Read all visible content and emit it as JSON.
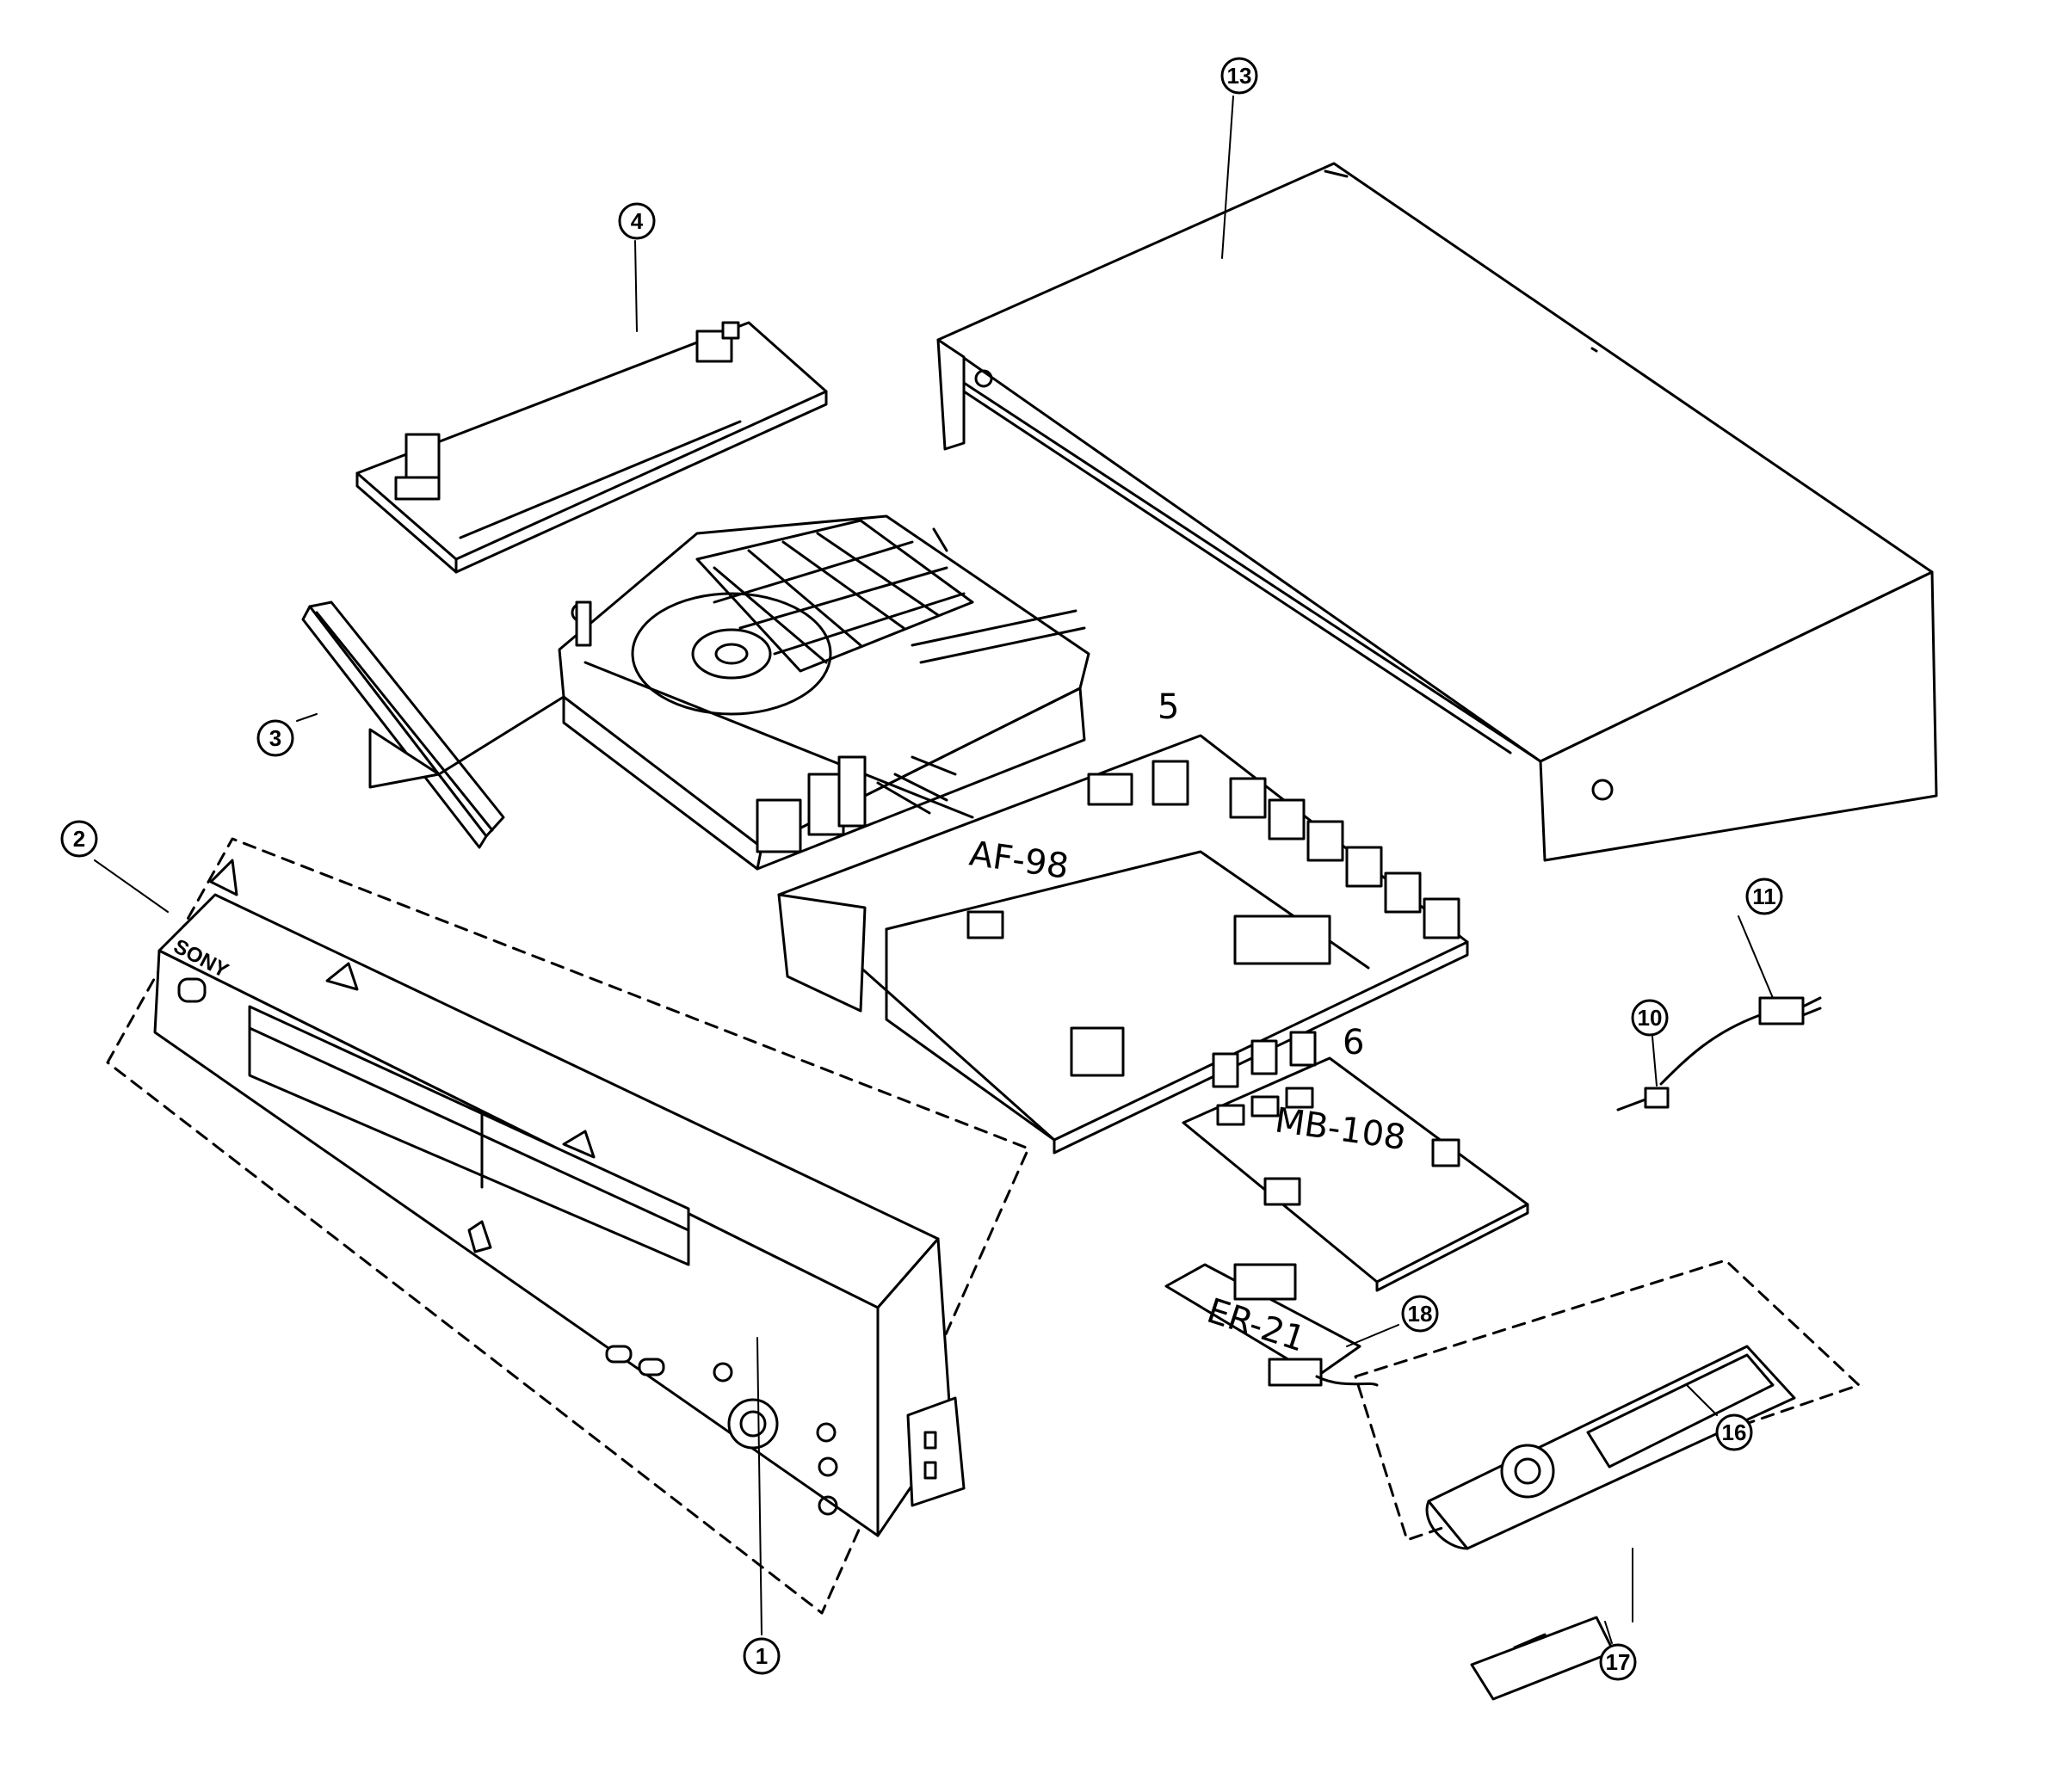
{
  "callouts": {
    "c1": "1",
    "c2": "2",
    "c3": "3",
    "c4": "4",
    "c10": "10",
    "c11": "11",
    "c13": "13",
    "c16": "16",
    "c17": "17",
    "c18": "18"
  },
  "handwritten": {
    "five": "5",
    "six": "6",
    "af98": "AF-98",
    "mb108": "MB-108",
    "er21": "ER-21"
  },
  "logo_text": "SONY"
}
